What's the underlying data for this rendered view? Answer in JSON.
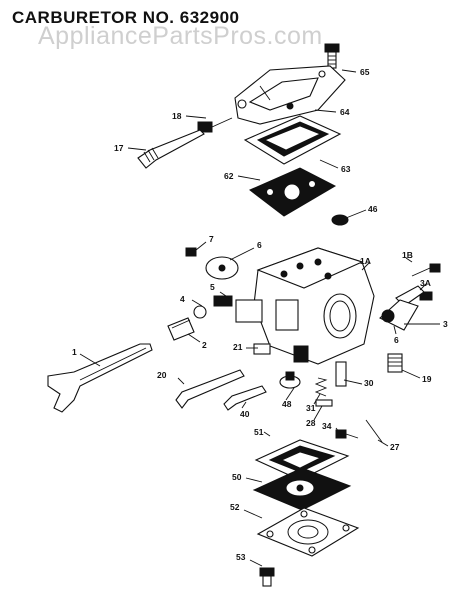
{
  "header": {
    "title": "CARBURETOR NO. 632900",
    "watermark": "AppliancePartsPros.com"
  },
  "callouts": [
    {
      "id": "65",
      "text": "65"
    },
    {
      "id": "18",
      "text": "18"
    },
    {
      "id": "64",
      "text": "64"
    },
    {
      "id": "17",
      "text": "17"
    },
    {
      "id": "63",
      "text": "63"
    },
    {
      "id": "62",
      "text": "62"
    },
    {
      "id": "46",
      "text": "46"
    },
    {
      "id": "7",
      "text": "7"
    },
    {
      "id": "6a",
      "text": "6"
    },
    {
      "id": "1A",
      "text": "1A"
    },
    {
      "id": "1B",
      "text": "1B"
    },
    {
      "id": "3A",
      "text": "3A"
    },
    {
      "id": "5",
      "text": "5"
    },
    {
      "id": "4",
      "text": "4"
    },
    {
      "id": "3",
      "text": "3"
    },
    {
      "id": "6b",
      "text": "6"
    },
    {
      "id": "2",
      "text": "2"
    },
    {
      "id": "1",
      "text": "1"
    },
    {
      "id": "21",
      "text": "21"
    },
    {
      "id": "19",
      "text": "19"
    },
    {
      "id": "20",
      "text": "20"
    },
    {
      "id": "48",
      "text": "48"
    },
    {
      "id": "30",
      "text": "30"
    },
    {
      "id": "31",
      "text": "31"
    },
    {
      "id": "40",
      "text": "40"
    },
    {
      "id": "28",
      "text": "28"
    },
    {
      "id": "34",
      "text": "34"
    },
    {
      "id": "51",
      "text": "51"
    },
    {
      "id": "27",
      "text": "27"
    },
    {
      "id": "50",
      "text": "50"
    },
    {
      "id": "52",
      "text": "52"
    },
    {
      "id": "53",
      "text": "53"
    }
  ]
}
